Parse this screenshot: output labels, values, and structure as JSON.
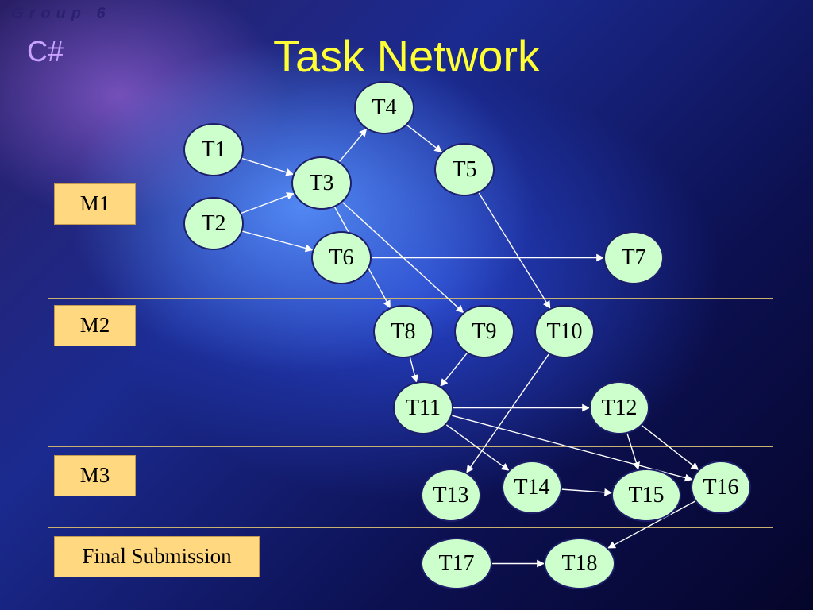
{
  "header": {
    "group": "Group 6",
    "language": "C#",
    "title": "Task Network"
  },
  "milestones": [
    "M1",
    "M2",
    "M3",
    "Final Submission"
  ],
  "tasks": [
    "T1",
    "T2",
    "T3",
    "T4",
    "T5",
    "T6",
    "T7",
    "T8",
    "T9",
    "T10",
    "T11",
    "T12",
    "T13",
    "T14",
    "T15",
    "T16",
    "T17",
    "T18"
  ],
  "dependencies": [
    [
      "T1",
      "T3"
    ],
    [
      "T2",
      "T3"
    ],
    [
      "T2",
      "T6"
    ],
    [
      "T3",
      "T4"
    ],
    [
      "T4",
      "T5"
    ],
    [
      "T3",
      "T8"
    ],
    [
      "T3",
      "T9"
    ],
    [
      "T5",
      "T10"
    ],
    [
      "T6",
      "T7"
    ],
    [
      "T8",
      "T11"
    ],
    [
      "T9",
      "T11"
    ],
    [
      "T10",
      "T13"
    ],
    [
      "T11",
      "T12"
    ],
    [
      "T11",
      "T14"
    ],
    [
      "T11",
      "T16"
    ],
    [
      "T12",
      "T15"
    ],
    [
      "T12",
      "T16"
    ],
    [
      "T14",
      "T15"
    ],
    [
      "T16",
      "T18"
    ],
    [
      "T17",
      "T18"
    ]
  ],
  "colors": {
    "node_fill": "#ccffcc",
    "milestone_fill": "#ffd87f",
    "title": "#ffff33",
    "edge": "#ffffff"
  }
}
